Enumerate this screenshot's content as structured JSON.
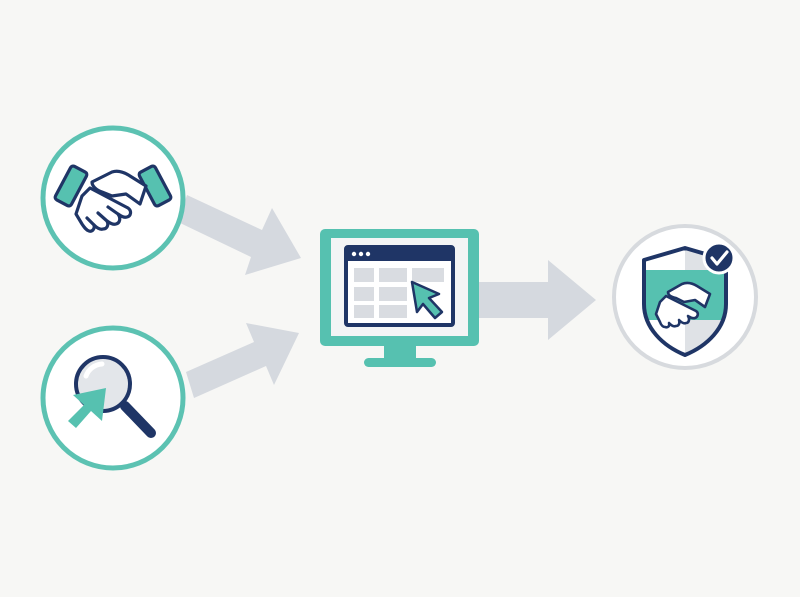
{
  "colors": {
    "background": "#f7f7f5",
    "teal": "#56c1b0",
    "teal_ring": "#5cc2b2",
    "navy": "#1f3566",
    "arrow_gray": "#d5d9df",
    "screen_cell": "#d9dce1",
    "shield_ring": "#d7dade",
    "shield_gray": "#dfe2e6",
    "white": "#ffffff"
  },
  "nodes": [
    {
      "id": "partnership",
      "icon": "handshake-icon",
      "ring": "teal"
    },
    {
      "id": "search",
      "icon": "magnifier-cursor-icon",
      "ring": "teal"
    },
    {
      "id": "platform",
      "icon": "monitor-browser-icon"
    },
    {
      "id": "secure-deal",
      "icon": "shield-handshake-check-icon",
      "ring": "gray"
    }
  ],
  "edges": [
    {
      "from": "partnership",
      "to": "platform"
    },
    {
      "from": "search",
      "to": "platform"
    },
    {
      "from": "platform",
      "to": "secure-deal"
    }
  ]
}
